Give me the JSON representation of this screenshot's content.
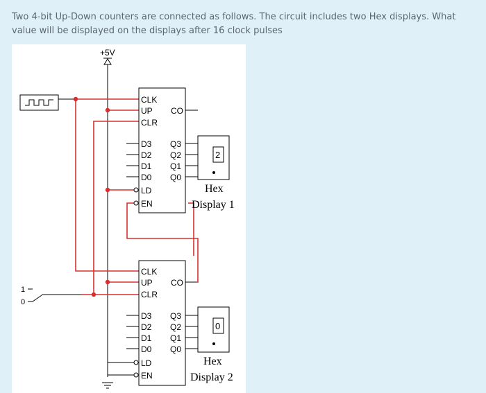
{
  "question": {
    "text": "Two 4-bit Up-Down counters are connected as follows. The circuit includes two Hex displays. What value will be displayed on the displays after 16 clock pulses"
  },
  "circuit": {
    "supply_label": "+5V",
    "switch_high_label": "1",
    "switch_low_label": "0",
    "counter_top": {
      "pins_left": [
        "CLK",
        "UP",
        "CLR",
        "D3",
        "D2",
        "D1",
        "D0",
        "LD",
        "EN"
      ],
      "pins_right": [
        "CO",
        "Q3",
        "Q2",
        "Q1",
        "Q0"
      ]
    },
    "counter_bottom": {
      "pins_left": [
        "CLK",
        "UP",
        "CLR",
        "D3",
        "D2",
        "D1",
        "D0",
        "LD",
        "EN"
      ],
      "pins_right": [
        "CO",
        "Q3",
        "Q2",
        "Q1",
        "Q0"
      ]
    },
    "display_top": {
      "digit": "2",
      "label_line1": "Hex",
      "label_line2": "Display 1"
    },
    "display_bottom": {
      "digit": "0",
      "label_line1": "Hex",
      "label_line2": "Display 2"
    }
  },
  "colors": {
    "page_bg": "#dff0f9",
    "wire_red": "#d6302e",
    "text_gray": "#5b6670"
  }
}
